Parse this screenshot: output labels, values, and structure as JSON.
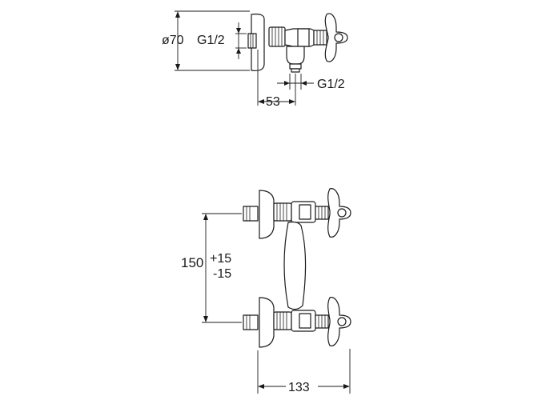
{
  "side_view": {
    "diameter_label": "ø70",
    "inlet_thread_label": "G1/2",
    "outlet_thread_label": "G1/2",
    "depth_label": "53"
  },
  "front_view": {
    "spacing_label": "150",
    "tolerance_plus": "+15",
    "tolerance_minus": "-15",
    "width_label": "133"
  }
}
